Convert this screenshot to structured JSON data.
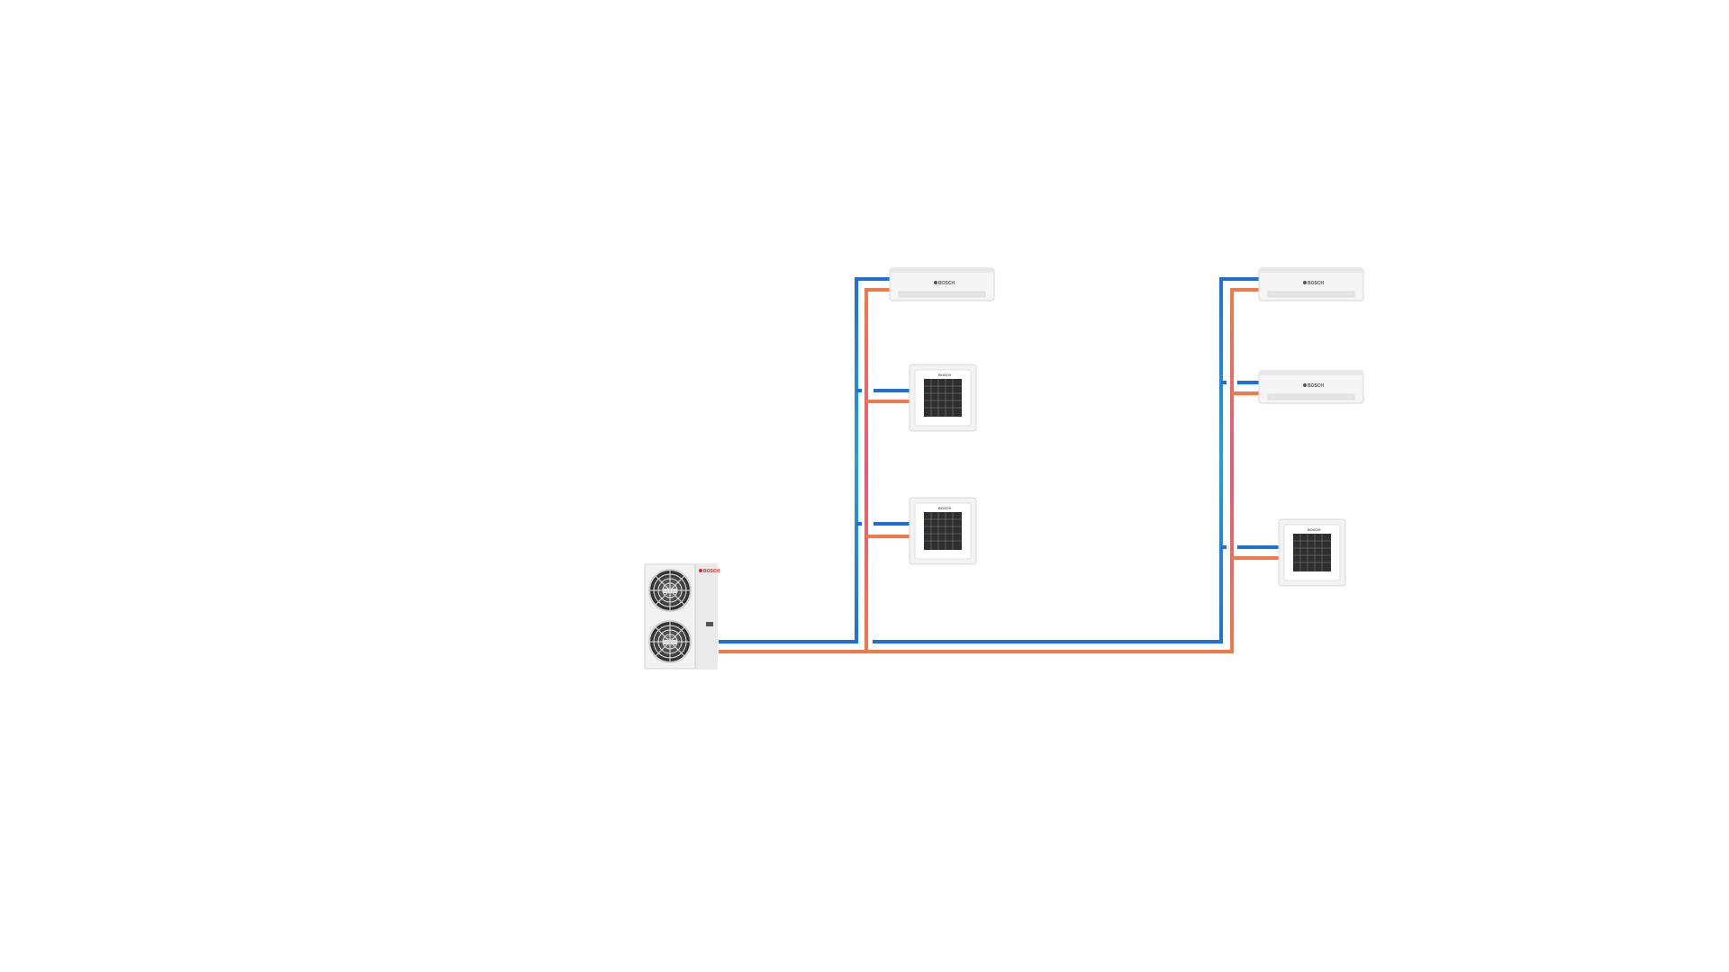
{
  "diagram": {
    "brand": "BOSCH",
    "colors": {
      "background": "#ffffff",
      "gas_line": "#1f6fd8",
      "gas_line_light": "#1fa0d8",
      "liquid_line": "#f07a4a",
      "liquid_line_pink": "#e8587a",
      "unit_body": "#f4f4f4",
      "unit_edge": "#d6d6d6",
      "fan_grille": "#3a3a3a",
      "brand_red": "#e2211c"
    },
    "icons": {
      "outdoor_unit": "outdoor-condenser-icon",
      "wall_unit": "wall-mounted-ac-icon",
      "cassette_unit": "ceiling-cassette-icon"
    },
    "units": {
      "outdoor": {
        "count": 1,
        "fans": 2
      },
      "branch_left": [
        "wall-mounted",
        "cassette",
        "cassette"
      ],
      "branch_right": [
        "wall-mounted",
        "wall-mounted",
        "cassette"
      ]
    }
  }
}
